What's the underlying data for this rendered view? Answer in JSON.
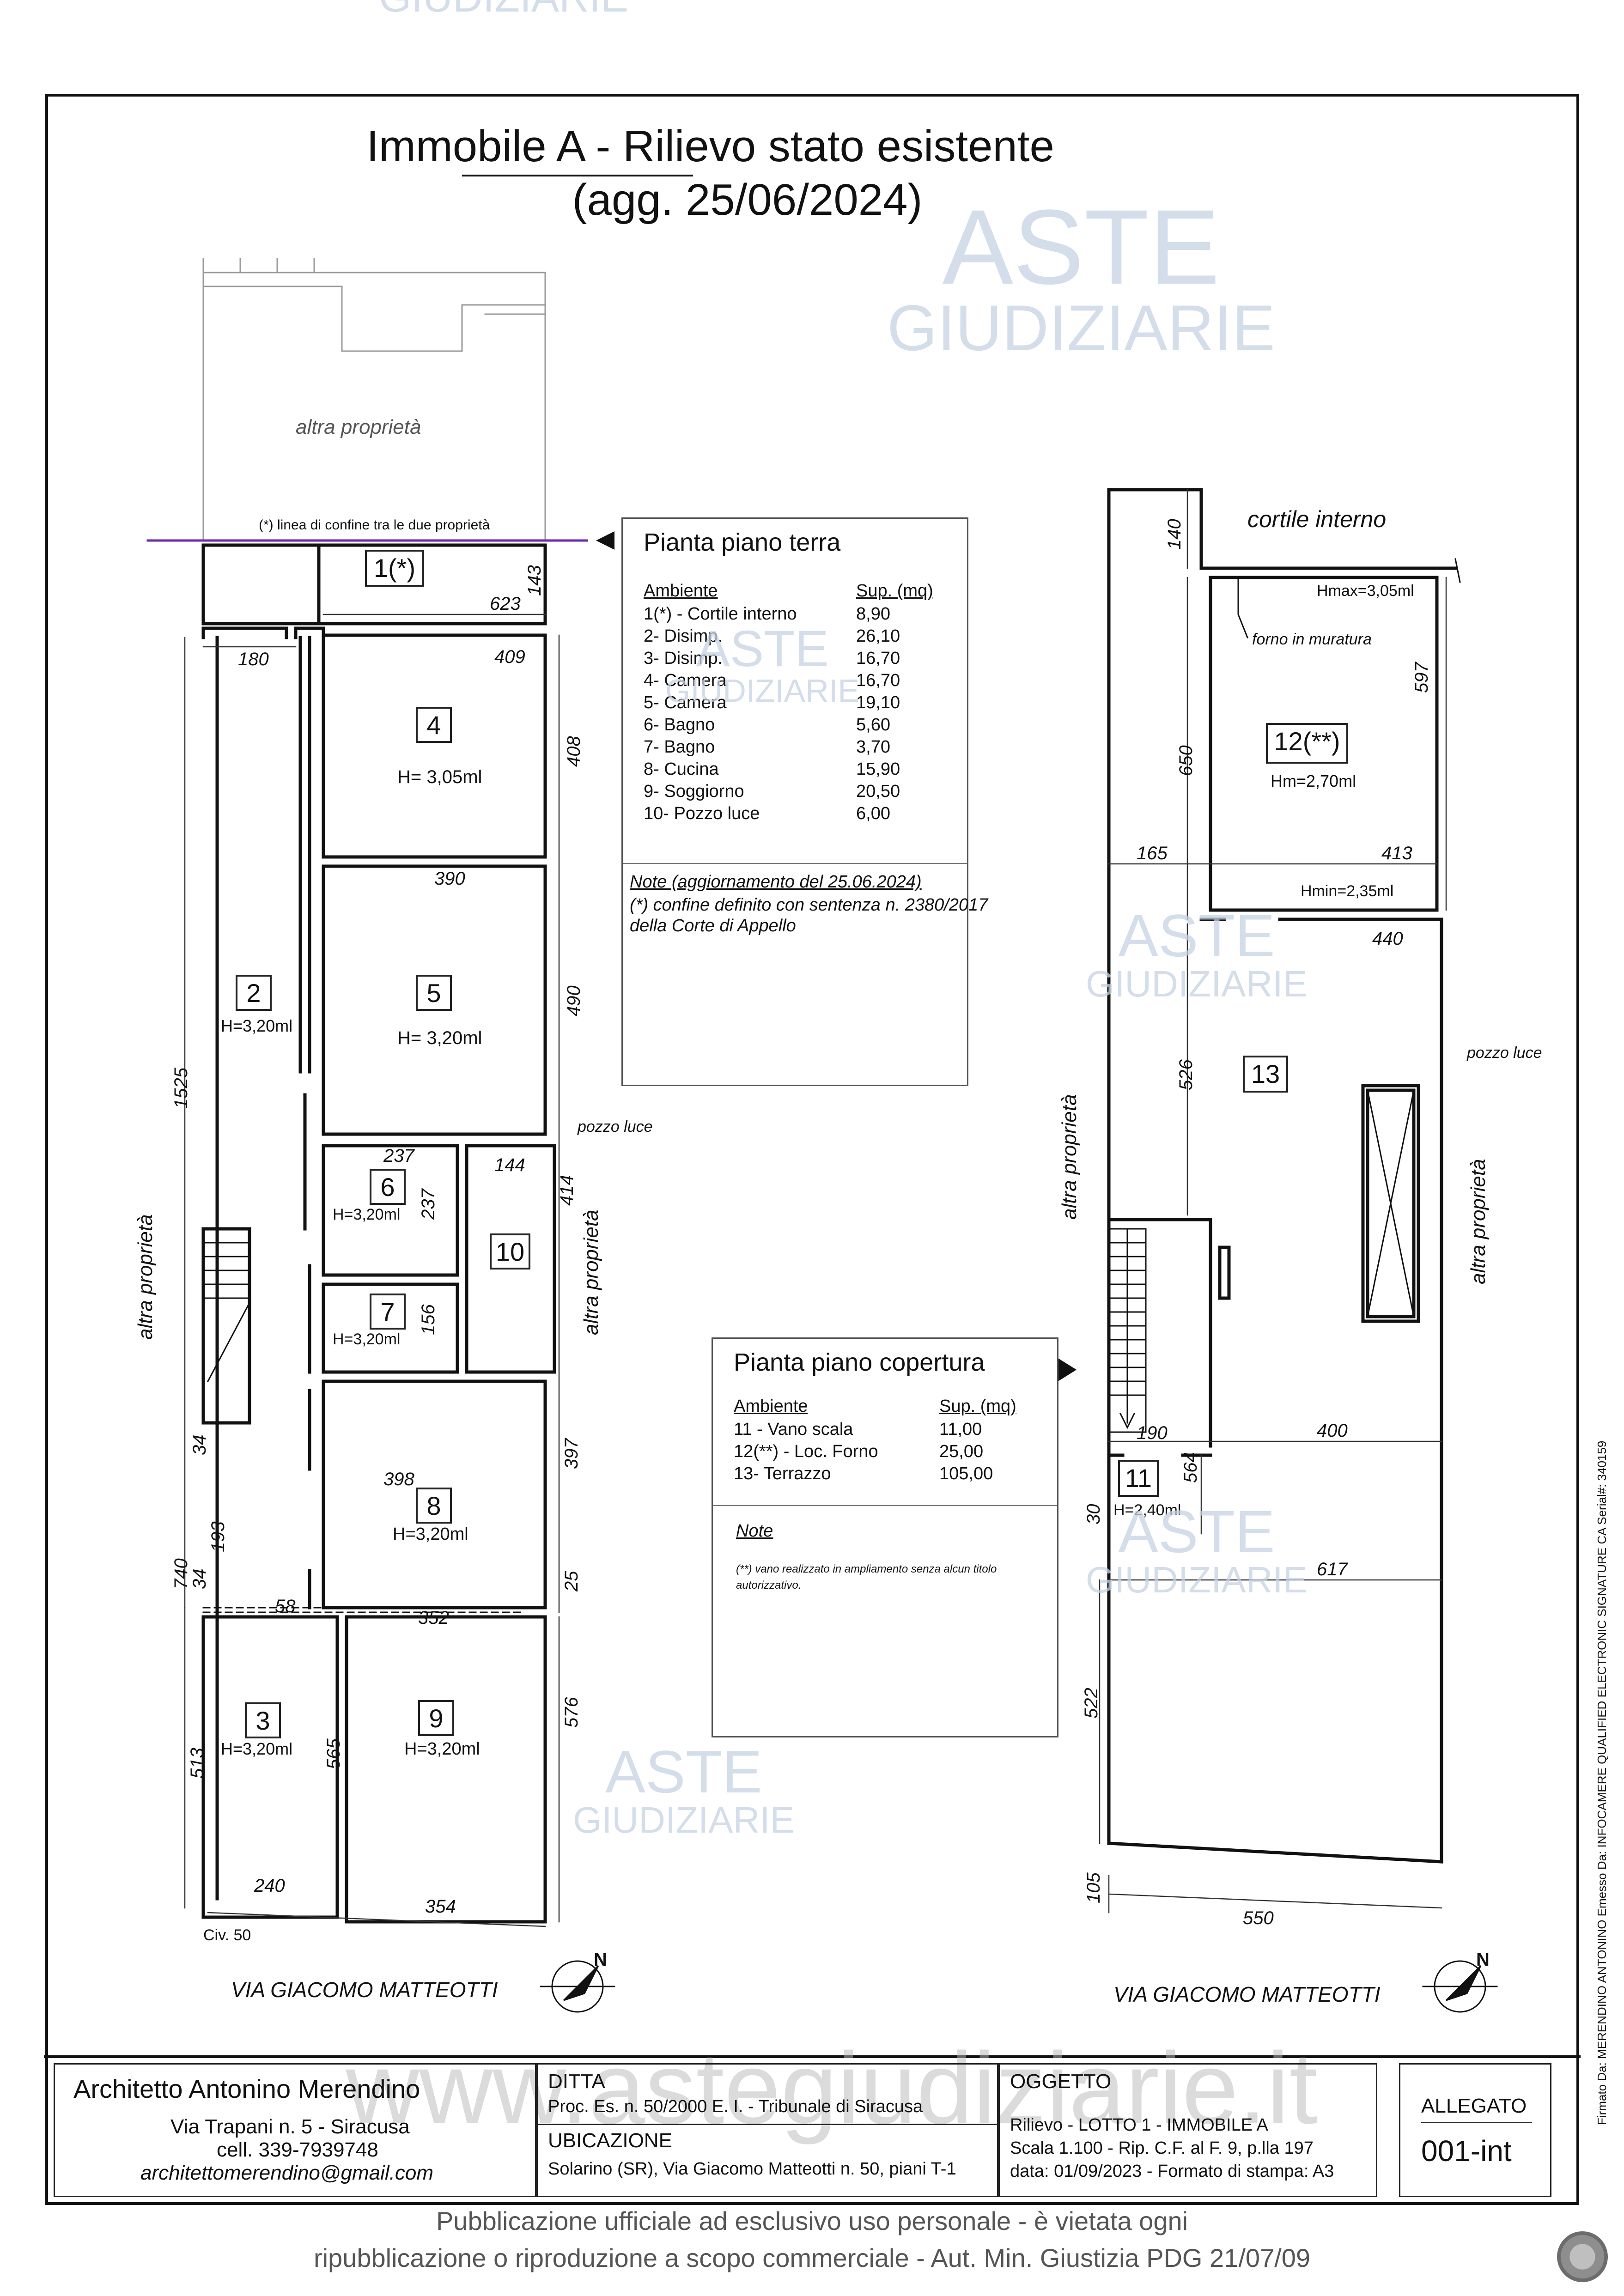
{
  "header": {
    "watermark_top": "GIUDIZIARIE",
    "title_line1": "Immobile A - Rilievo stato esistente",
    "title_line2": "(agg. 25/06/2024)"
  },
  "watermarks": {
    "brand_top": "ASTE",
    "brand_bottom": "GIUDIZIARIE",
    "site": "www.astegiudiziarie.it"
  },
  "plan_left": {
    "altra_proprieta_top": "altra proprietà",
    "confine_label": "(*) linea di confine tra le due proprietà",
    "altra_proprieta_left": "altra proprietà",
    "altra_proprieta_mid": "altra proprietà",
    "pozzo_luce": "pozzo luce",
    "civ": "Civ. 50",
    "street": "VIA GIACOMO MATTEOTTI",
    "north": "N",
    "rooms": [
      {
        "id": "1(*)",
        "h": ""
      },
      {
        "id": "4",
        "h": "H= 3,05ml"
      },
      {
        "id": "2",
        "h": "H=3,20ml"
      },
      {
        "id": "5",
        "h": "H= 3,20ml"
      },
      {
        "id": "6",
        "h": "H=3,20ml"
      },
      {
        "id": "10",
        "h": ""
      },
      {
        "id": "7",
        "h": "H=3,20ml"
      },
      {
        "id": "8",
        "h": "H=3,20ml"
      },
      {
        "id": "3",
        "h": "H=3,20ml"
      },
      {
        "id": "9",
        "h": "H=3,20ml"
      }
    ],
    "dims": [
      "623",
      "143",
      "180",
      "409",
      "408",
      "390",
      "490",
      "1525",
      "237",
      "237",
      "144",
      "414",
      "156",
      "34",
      "398",
      "397",
      "193",
      "740",
      "34",
      "58",
      "352",
      "25",
      "576",
      "513",
      "565",
      "240",
      "354"
    ]
  },
  "plan_right": {
    "cortile": "cortile interno",
    "hmax": "Hmax=3,05ml",
    "forno": "forno in muratura",
    "hm": "Hm=2,70ml",
    "hmin": "Hmin=2,35ml",
    "pozzo_luce": "pozzo luce",
    "altra_proprieta_left": "altra proprietà",
    "altra_proprieta_right": "altra proprietà",
    "h11": "H=2,40ml",
    "street": "VIA GIACOMO MATTEOTTI",
    "north": "N",
    "rooms": [
      "12(**)",
      "13",
      "11"
    ],
    "dims": [
      "140",
      "597",
      "650",
      "165",
      "413",
      "440",
      "526",
      "190",
      "400",
      "564",
      "30",
      "617",
      "522",
      "105",
      "550"
    ]
  },
  "legend_terra": {
    "title": "Pianta piano terra",
    "col_ambiente": "Ambiente",
    "col_sup": "Sup. (mq)",
    "rows": [
      {
        "name": "1(*) - Cortile interno",
        "sup": "8,90"
      },
      {
        "name": "2- Disimp.",
        "sup": "26,10"
      },
      {
        "name": "3- Disimp.",
        "sup": "16,70"
      },
      {
        "name": "4- Camera",
        "sup": "16,70"
      },
      {
        "name": "5- Camera",
        "sup": "19,10"
      },
      {
        "name": "6- Bagno",
        "sup": "5,60"
      },
      {
        "name": "7- Bagno",
        "sup": "3,70"
      },
      {
        "name": "8- Cucina",
        "sup": "15,90"
      },
      {
        "name": "9- Soggiorno",
        "sup": "20,50"
      },
      {
        "name": "10- Pozzo luce",
        "sup": "6,00"
      }
    ],
    "note_title": "Note (aggiornamento del 25.06.2024)",
    "note_line1": "(*) confine definito con sentenza n. 2380/2017",
    "note_line2": "della Corte di Appello"
  },
  "legend_copertura": {
    "title": "Pianta piano copertura",
    "col_ambiente": "Ambiente",
    "col_sup": "Sup. (mq)",
    "rows": [
      {
        "name": "11 - Vano scala",
        "sup": "11,00"
      },
      {
        "name": "12(**) - Loc. Forno",
        "sup": "25,00"
      },
      {
        "name": "13- Terrazzo",
        "sup": "105,00"
      }
    ],
    "note_title": "Note",
    "note_line1": "(**) vano realizzato in ampliamento senza alcun titolo",
    "note_line2": "autorizzativo."
  },
  "footer": {
    "architect": "Architetto Antonino Merendino",
    "address": "Via Trapani n. 5 - Siracusa",
    "cell": "cell. 339-7939748",
    "email": "architettomerendino@gmail.com",
    "ditta_label": "DITTA",
    "ditta_value": "Proc. Es. n. 50/2000 E. I. - Tribunale di Siracusa",
    "ubicazione_label": "UBICAZIONE",
    "ubicazione_value": "Solarino (SR), Via Giacomo Matteotti n. 50, piani T-1",
    "oggetto_label": "OGGETTO",
    "oggetto_line1": "Rilievo - LOTTO 1 - IMMOBILE A",
    "oggetto_line2": "Scala 1.100  - Rip. C.F. al F. 9, p.lla 197",
    "oggetto_line3": "data: 01/09/2023 - Formato di stampa: A3",
    "allegato_label": "ALLEGATO",
    "allegato_value": "001-int"
  },
  "publication": {
    "line1": "Pubblicazione ufficiale ad esclusivo uso personale - è vietata ogni",
    "line2": "ripubblicazione o riproduzione a scopo commerciale - Aut. Min. Giustizia PDG 21/07/09"
  },
  "signature": "Firmato Da: MERENDINO ANTONINO Emesso Da: INFOCAMERE QUALIFIED ELECTRONIC SIGNATURE CA Serial#: 340159"
}
